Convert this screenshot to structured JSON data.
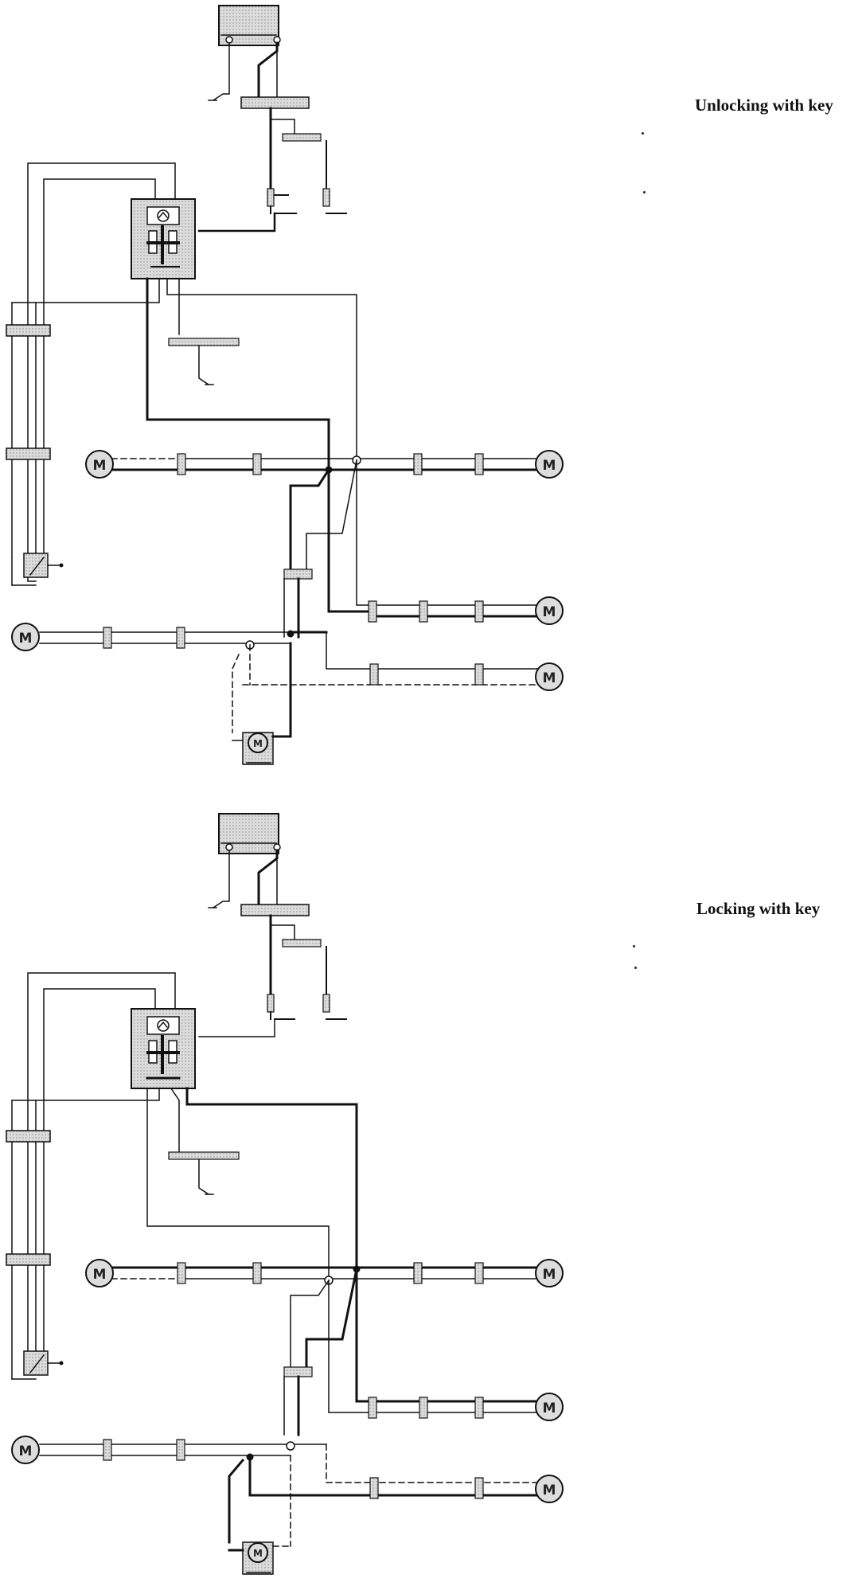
{
  "captions": {
    "unlocking": "Unlocking with key",
    "locking": "Locking with key"
  },
  "motor_label": "M",
  "colors": {
    "line": "#111111",
    "thin_line": "#333333",
    "connector_fill": "#cfcfcf",
    "box_fill": "#d9d9d9",
    "background": "#ffffff"
  },
  "diagrams": [
    {
      "id": "unlocking",
      "motors": 6
    },
    {
      "id": "locking",
      "motors": 6
    }
  ]
}
